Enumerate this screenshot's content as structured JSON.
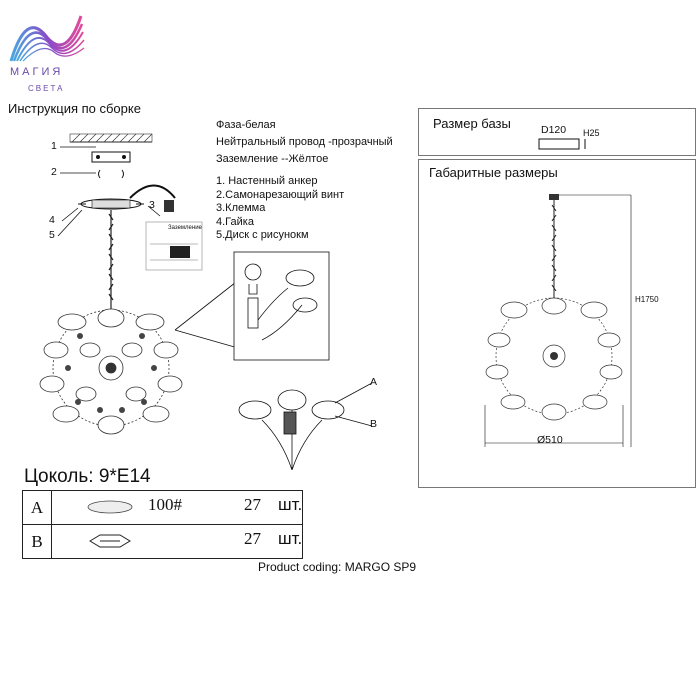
{
  "logo": {
    "word": "МАГИЯ",
    "sub": "СВЕТА"
  },
  "title": "Инструкция по сборке",
  "wiring_notes": [
    "Фаза-белая",
    "Нейтральный провод -прозрачный",
    "Заземление --Жёлтое"
  ],
  "legend": [
    "1. Настенный анкер",
    "2.Самонарезающий винт",
    "3.Клемма",
    "4.Гайка",
    "5.Диск с рисунокм"
  ],
  "callouts": [
    "1",
    "2",
    "3",
    "4",
    "5"
  ],
  "part_letters": [
    "A",
    "B"
  ],
  "terminal_label": "Заземление",
  "socket": "Цоколь: 9*E14",
  "parts_table": [
    {
      "letter": "A",
      "code": "100#",
      "qty": "27",
      "unit": "шт."
    },
    {
      "letter": "B",
      "code": "",
      "qty": "27",
      "unit": "шт."
    }
  ],
  "base_panel": {
    "title": "Размер базы",
    "diameter": "D120",
    "height": "H25"
  },
  "dims_panel": {
    "title": "Габаритные размеры",
    "height": "H1750",
    "diameter": "Ø510"
  },
  "product_coding": "Product coding: MARGO SP9"
}
